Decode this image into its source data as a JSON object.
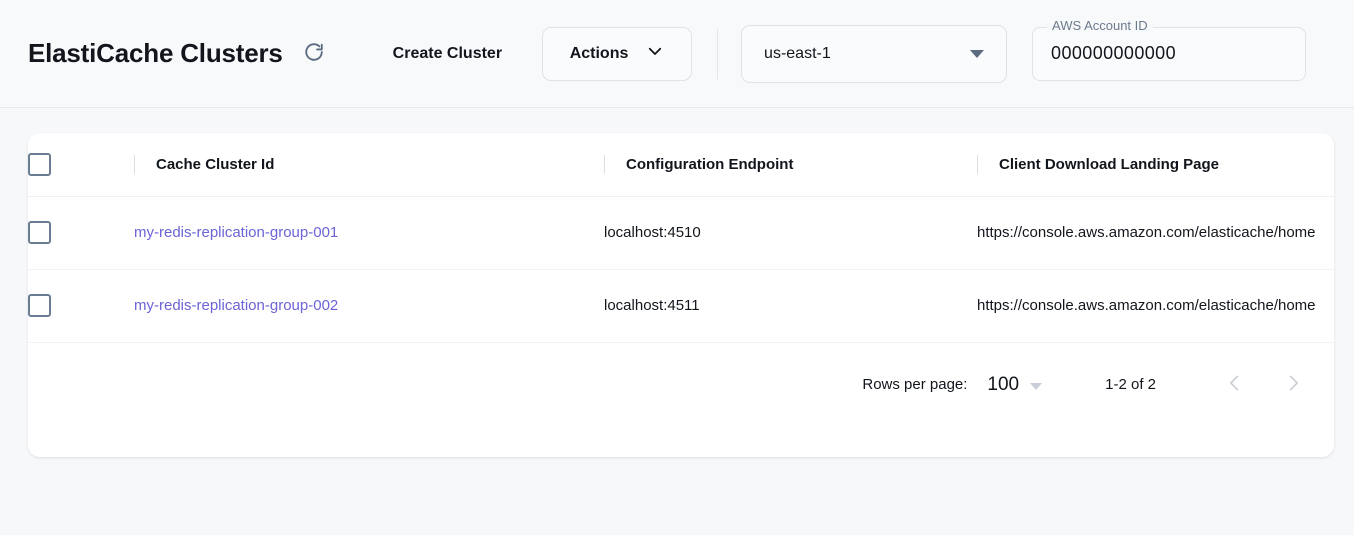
{
  "header": {
    "title": "ElastiCache Clusters",
    "refresh_icon": "refresh-icon",
    "create_cluster_label": "Create Cluster",
    "actions_label": "Actions",
    "actions_caret_icon": "chevron-down-icon",
    "region": {
      "value": "us-east-1",
      "caret_icon": "triangle-down-icon"
    },
    "account": {
      "label": "AWS Account ID",
      "value": "000000000000"
    }
  },
  "table": {
    "columns": [
      "Cache Cluster Id",
      "Configuration Endpoint",
      "Client Download Landing Page"
    ],
    "rows": [
      {
        "cluster_id": "my-redis-replication-group-001",
        "endpoint": "localhost:4510",
        "landing_page": "https://console.aws.amazon.com/elasticache/home"
      },
      {
        "cluster_id": "my-redis-replication-group-002",
        "endpoint": "localhost:4511",
        "landing_page": "https://console.aws.amazon.com/elasticache/home"
      }
    ]
  },
  "pagination": {
    "rows_per_page_label": "Rows per page:",
    "rows_per_page_value": "100",
    "range": "1-2 of 2",
    "prev_icon": "chevron-left-icon",
    "next_icon": "chevron-right-icon"
  },
  "colors": {
    "link": "#6b63d6",
    "page_bg": "#f7f8fa",
    "card_bg": "#ffffff"
  }
}
